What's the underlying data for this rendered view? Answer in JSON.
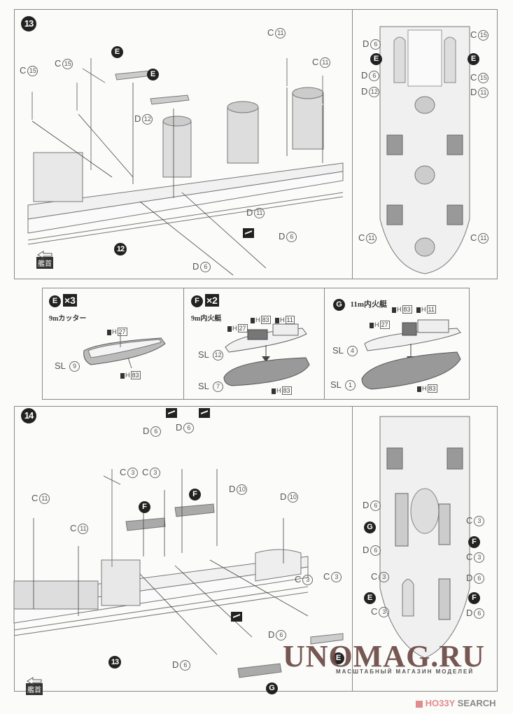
{
  "document": {
    "type": "model kit assembly instructions"
  },
  "step13": {
    "number": "13",
    "side_view_labels": [
      {
        "part": "C",
        "num": "15"
      },
      {
        "part": "C",
        "num": "15"
      },
      {
        "part": "E",
        "num": ""
      },
      {
        "part": "E",
        "num": ""
      },
      {
        "part": "D",
        "num": "12"
      },
      {
        "part": "C",
        "num": "11"
      },
      {
        "part": "C",
        "num": "11"
      },
      {
        "part": "D",
        "num": "11"
      },
      {
        "part": "D",
        "num": "6"
      },
      {
        "part": "D",
        "num": "6"
      }
    ],
    "hull_ref": "12",
    "bow_label": "艦首",
    "top_view_labels": {
      "left": [
        {
          "part": "D",
          "num": "6"
        },
        {
          "part": "E",
          "num": ""
        },
        {
          "part": "D",
          "num": "6"
        },
        {
          "part": "D",
          "num": "12"
        },
        {
          "part": "C",
          "num": "11"
        }
      ],
      "right": [
        {
          "part": "C",
          "num": "15"
        },
        {
          "part": "E",
          "num": ""
        },
        {
          "part": "C",
          "num": "15"
        },
        {
          "part": "D",
          "num": "11"
        },
        {
          "part": "C",
          "num": "11"
        }
      ]
    }
  },
  "boats": [
    {
      "id": "E",
      "multiplier": "×3",
      "name": "9mカッター",
      "parts": [
        {
          "sprue": "SL",
          "num": "9"
        }
      ],
      "paints": [
        {
          "code": "H",
          "num": "27"
        },
        {
          "code": "H",
          "num": "83"
        }
      ]
    },
    {
      "id": "F",
      "multiplier": "×2",
      "name": "9m内火艇",
      "parts": [
        {
          "sprue": "SL",
          "num": "12"
        },
        {
          "sprue": "SL",
          "num": "7"
        }
      ],
      "paints": [
        {
          "code": "H",
          "num": "27"
        },
        {
          "code": "H",
          "num": "83"
        },
        {
          "code": "H",
          "num": "11"
        },
        {
          "code": "H",
          "num": "83"
        }
      ]
    },
    {
      "id": "G",
      "multiplier": "",
      "name": "11m内火艇",
      "parts": [
        {
          "sprue": "SL",
          "num": "4"
        },
        {
          "sprue": "SL",
          "num": "1"
        }
      ],
      "paints": [
        {
          "code": "H",
          "num": "27"
        },
        {
          "code": "H",
          "num": "83"
        },
        {
          "code": "H",
          "num": "11"
        },
        {
          "code": "H",
          "num": "83"
        }
      ]
    }
  ],
  "step14": {
    "number": "14",
    "side_view_labels": [
      {
        "part": "D",
        "num": "6"
      },
      {
        "part": "D",
        "num": "6"
      },
      {
        "part": "C",
        "num": "3"
      },
      {
        "part": "C",
        "num": "3"
      },
      {
        "part": "C",
        "num": "11"
      },
      {
        "part": "C",
        "num": "11"
      },
      {
        "part": "D",
        "num": "10"
      },
      {
        "part": "D",
        "num": "10"
      },
      {
        "part": "C",
        "num": "3"
      },
      {
        "part": "C",
        "num": "3"
      },
      {
        "part": "D",
        "num": "6"
      },
      {
        "part": "D",
        "num": "6"
      }
    ],
    "boat_refs": [
      "F",
      "F",
      "E",
      "G"
    ],
    "hull_ref": "13",
    "bow_label": "艦首",
    "top_view_labels": {
      "left": [
        {
          "part": "D",
          "num": "6"
        },
        {
          "part": "G",
          "num": ""
        },
        {
          "part": "D",
          "num": "6"
        },
        {
          "part": "C",
          "num": "3"
        },
        {
          "part": "E",
          "num": ""
        },
        {
          "part": "C",
          "num": "3"
        }
      ],
      "right": [
        {
          "part": "C",
          "num": "3"
        },
        {
          "part": "F",
          "num": ""
        },
        {
          "part": "C",
          "num": "3"
        },
        {
          "part": "D",
          "num": "6"
        },
        {
          "part": "F",
          "num": ""
        },
        {
          "part": "D",
          "num": "6"
        }
      ]
    }
  },
  "watermark": {
    "title": "UNOMAG.RU",
    "subtitle": "МАСШТАБНЫЙ МАГАЗИН МОДЕЛЕЙ"
  },
  "source_badge": {
    "icon": "hobby-search-logo",
    "text_a": "HO33Y",
    "text_b": "SEARCH"
  },
  "colors": {
    "ink": "#222222",
    "line": "#888888",
    "watermark": "#6b4a44",
    "hobby_red": "#e08c8c"
  }
}
